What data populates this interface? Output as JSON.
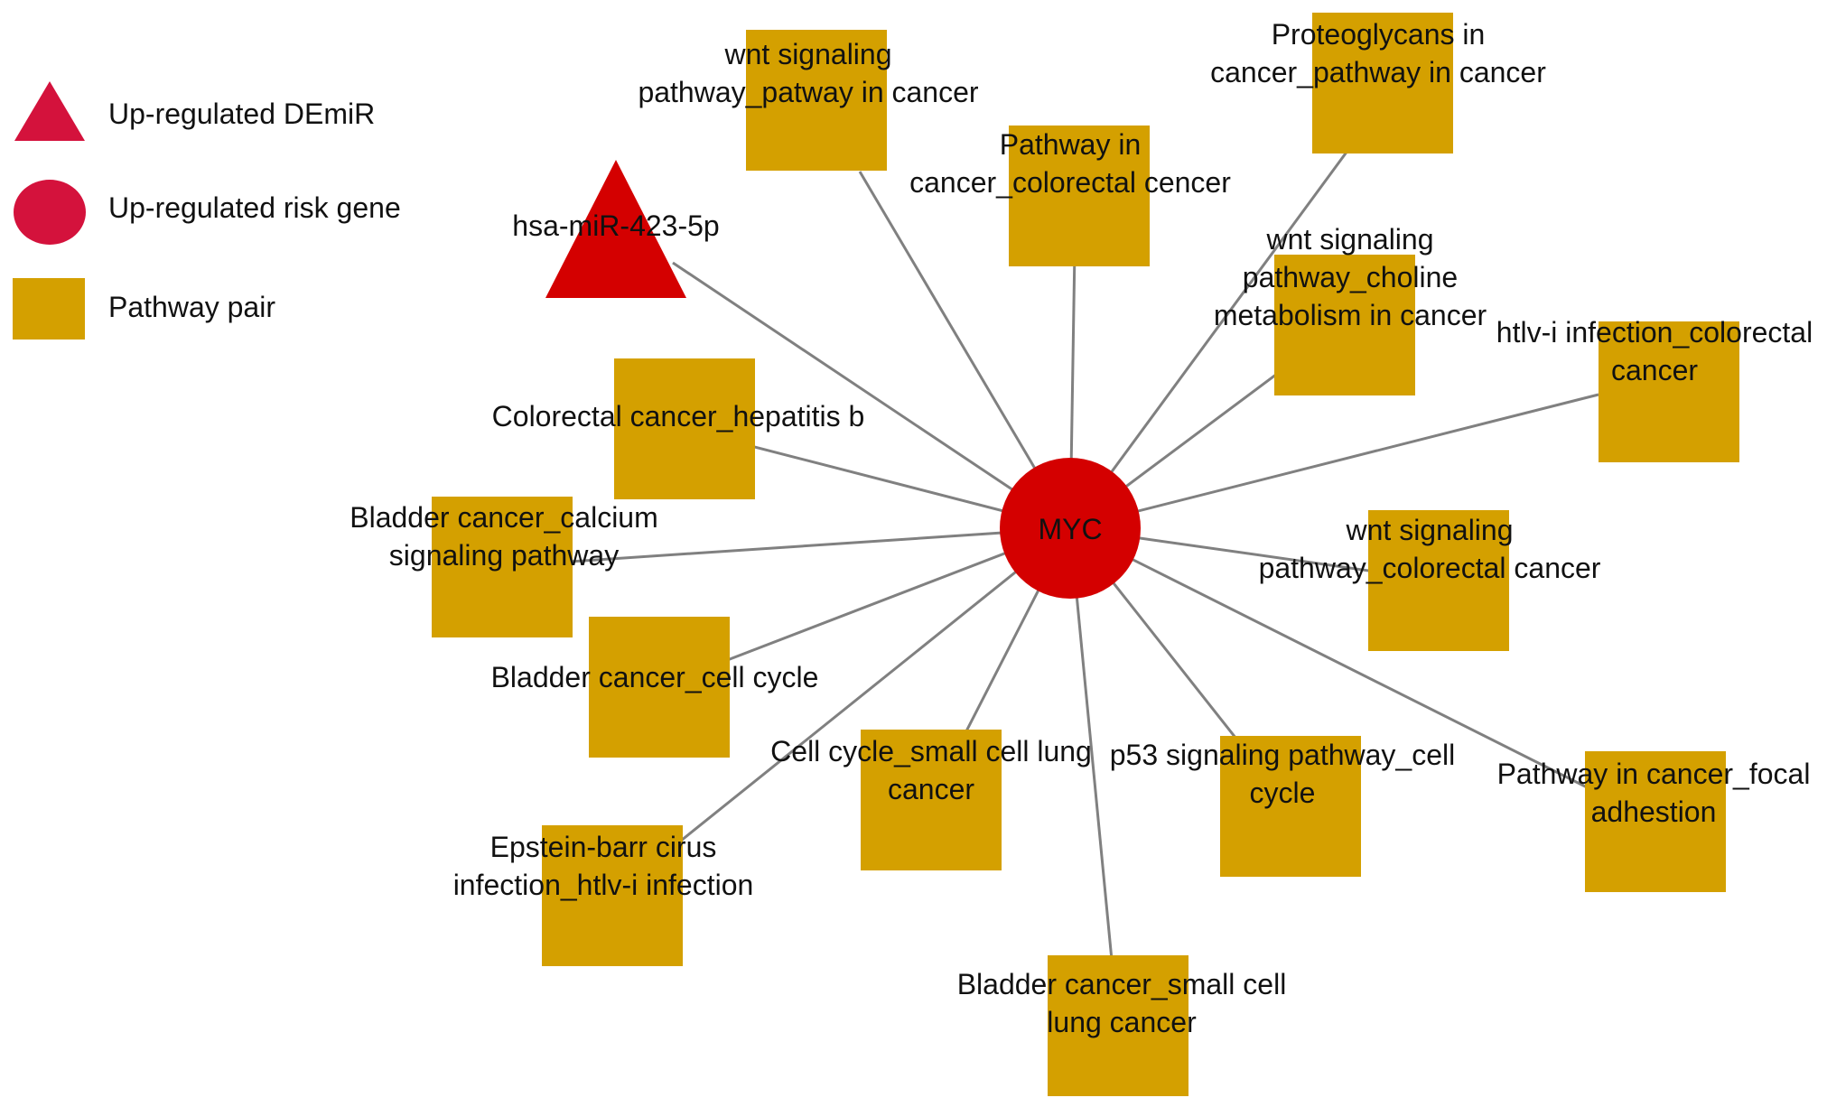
{
  "colors": {
    "background": "#ffffff",
    "pathway_fill": "#D4A000",
    "gene_fill": "#D40000",
    "mirna_fill": "#D40000",
    "legend_red": "#D4123C",
    "edge": "#808080",
    "text": "#111111"
  },
  "legend": {
    "mirna_label": "Up-regulated DEmiR",
    "gene_label": "Up-regulated risk gene",
    "pathway_label": "Pathway pair"
  },
  "center_node": {
    "label": "MYC",
    "shape": "circle"
  },
  "mirna_node": {
    "label": "hsa-miR-423-5p",
    "shape": "triangle"
  },
  "pathway_nodes": [
    {
      "id": "wnt-patway",
      "lines": [
        "wnt signaling",
        "pathway_patway in cancer"
      ]
    },
    {
      "id": "pathway-colorectal",
      "lines": [
        "Pathway in",
        "cancer_colorectal cencer"
      ]
    },
    {
      "id": "proteoglycans",
      "lines": [
        "Proteoglycans in",
        "cancer_pathway in cancer"
      ]
    },
    {
      "id": "wnt-choline",
      "lines": [
        "wnt signaling",
        "pathway_choline",
        "metabolism in cancer"
      ]
    },
    {
      "id": "htlv-colorectal",
      "lines": [
        "htlv-i infection_colorectal",
        "cancer"
      ]
    },
    {
      "id": "colorectal-hepatitis",
      "lines": [
        "Colorectal cancer_hepatitis b"
      ]
    },
    {
      "id": "bladder-calcium",
      "lines": [
        "Bladder cancer_calcium",
        "signaling pathway"
      ]
    },
    {
      "id": "wnt-colorectal",
      "lines": [
        "wnt signaling",
        "pathway_colorectal cancer"
      ]
    },
    {
      "id": "bladder-cellcycle",
      "lines": [
        "Bladder cancer_cell cycle"
      ]
    },
    {
      "id": "cellcycle-sclc",
      "lines": [
        "Cell cycle_small cell lung",
        "cancer"
      ]
    },
    {
      "id": "p53-cellcycle",
      "lines": [
        "p53 signaling pathway_cell",
        "cycle"
      ]
    },
    {
      "id": "pathway-focal",
      "lines": [
        "Pathway in cancer_focal",
        "adhestion"
      ]
    },
    {
      "id": "epstein-htlv",
      "lines": [
        "Epstein-barr cirus",
        "infection_htlv-i infection"
      ]
    },
    {
      "id": "bladder-sclc",
      "lines": [
        "Bladder cancer_small cell",
        "lung cancer"
      ]
    }
  ]
}
